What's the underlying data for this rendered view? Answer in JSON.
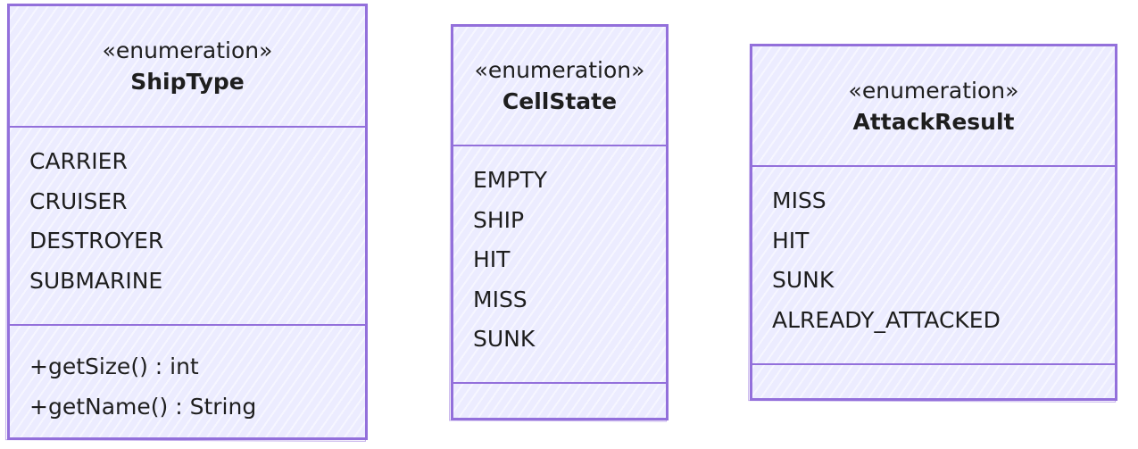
{
  "diagram": {
    "classes": [
      {
        "stereotype": "«enumeration»",
        "name": "ShipType",
        "literals": [
          "CARRIER",
          "CRUISER",
          "DESTROYER",
          "SUBMARINE"
        ],
        "methods": [
          "+getSize() : int",
          "+getName() : String"
        ]
      },
      {
        "stereotype": "«enumeration»",
        "name": "CellState",
        "literals": [
          "EMPTY",
          "SHIP",
          "HIT",
          "MISS",
          "SUNK"
        ],
        "methods": []
      },
      {
        "stereotype": "«enumeration»",
        "name": "AttackResult",
        "literals": [
          "MISS",
          "HIT",
          "SUNK",
          "ALREADY_ATTACKED"
        ],
        "methods": []
      }
    ],
    "colors": {
      "border": "#9370db",
      "fill": "#ececff",
      "text": "#1e1e1e"
    }
  }
}
